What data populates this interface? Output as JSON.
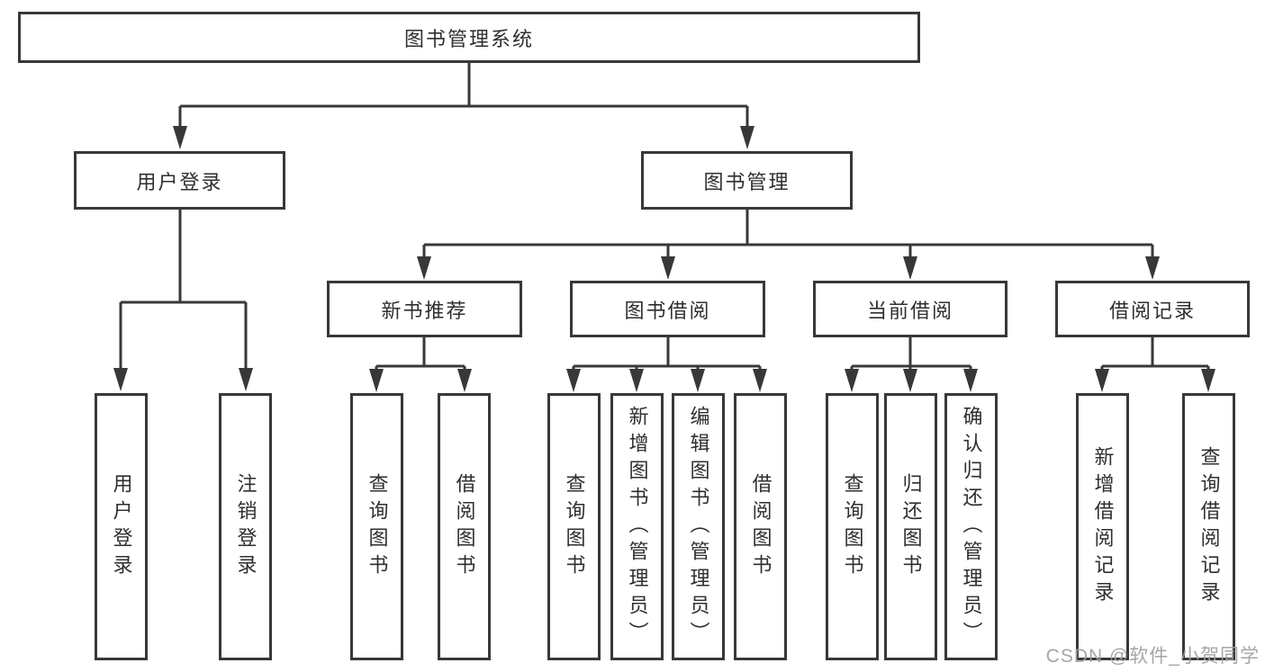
{
  "diagram": {
    "root": {
      "label": "图书管理系统"
    },
    "branches": [
      {
        "label": "用户登录",
        "children": [
          {
            "label": "用户登录"
          },
          {
            "label": "注销登录"
          }
        ]
      },
      {
        "label": "图书管理",
        "children": [
          {
            "label": "新书推荐",
            "children": [
              {
                "label": "查询图书"
              },
              {
                "label": "借阅图书"
              }
            ]
          },
          {
            "label": "图书借阅",
            "children": [
              {
                "label": "查询图书"
              },
              {
                "label": "新增图书（管理员）"
              },
              {
                "label": "编辑图书（管理员）"
              },
              {
                "label": "借阅图书"
              }
            ]
          },
          {
            "label": "当前借阅",
            "children": [
              {
                "label": "查询图书"
              },
              {
                "label": "归还图书"
              },
              {
                "label": "确认归还（管理员）"
              }
            ]
          },
          {
            "label": "借阅记录",
            "children": [
              {
                "label": "新增借阅记录"
              },
              {
                "label": "查询借阅记录"
              }
            ]
          }
        ]
      }
    ],
    "watermark": "CSDN @软件_小贺同学",
    "colors": {
      "line": "#383838",
      "text": "#2f2f2f",
      "background": "#ffffff",
      "watermark": "#9e9e9e"
    }
  }
}
